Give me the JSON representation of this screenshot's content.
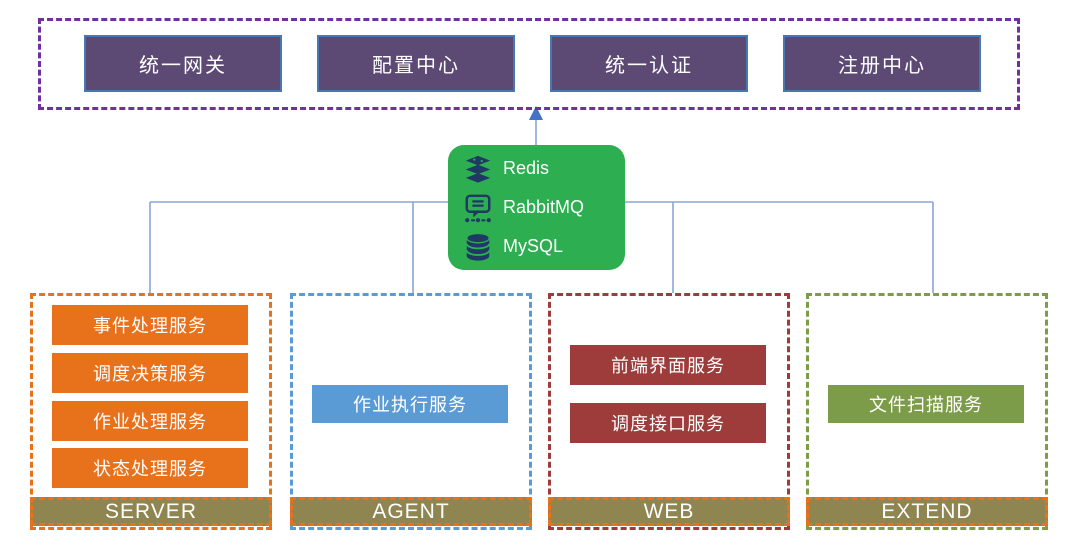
{
  "platform_group": {
    "border_color": "#7030a0",
    "box_fill": "#5d4a74",
    "box_border": "#4679b2",
    "boxes": [
      {
        "label": "统一网关"
      },
      {
        "label": "配置中心"
      },
      {
        "label": "统一认证"
      },
      {
        "label": "注册中心"
      }
    ]
  },
  "middleware_box": {
    "fill": "#2cae51",
    "icon_color": "#1f3864",
    "items": [
      {
        "icon": "redis-icon",
        "label": "Redis"
      },
      {
        "icon": "rabbitmq-icon",
        "label": "RabbitMQ"
      },
      {
        "icon": "mysql-icon",
        "label": "MySQL"
      }
    ]
  },
  "service_groups": [
    {
      "name": "SERVER",
      "accent": "#e8711c",
      "services": [
        "事件处理服务",
        "调度决策服务",
        "作业处理服务",
        "状态处理服务"
      ]
    },
    {
      "name": "AGENT",
      "accent": "#5b9bd5",
      "services": [
        "作业执行服务"
      ]
    },
    {
      "name": "WEB",
      "accent": "#9e3b3b",
      "services": [
        "前端界面服务",
        "调度接口服务"
      ]
    },
    {
      "name": "EXTEND",
      "accent": "#7d9c4a",
      "services": [
        "文件扫描服务"
      ]
    }
  ],
  "group_label_bar": {
    "fill": "#8e8550",
    "border_color": "#e8711c"
  },
  "connectors": {
    "line_color": "#8aa5d6",
    "arrow_color": "#4472c4"
  }
}
